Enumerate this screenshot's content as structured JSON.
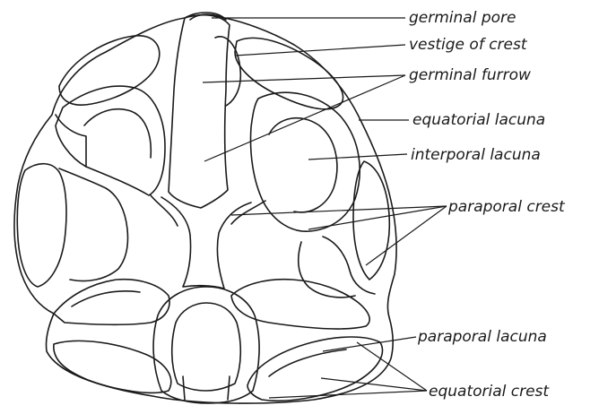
{
  "labels": {
    "germinal_pore": "germinal pore",
    "vestige_of_crest": "vestige of crest",
    "germinal_furrow": "germinal furrow",
    "equatorial_lacuna": "equatorial lacuna",
    "interporal_lacuna": "interporal lacuna",
    "paraporal_crest": "paraporal crest",
    "paraporal_lacuna": "paraporal lacuna",
    "equatorial_crest": "equatorial crest"
  },
  "colors": {
    "ink": "#1a1a1a",
    "background": "#ffffff"
  }
}
